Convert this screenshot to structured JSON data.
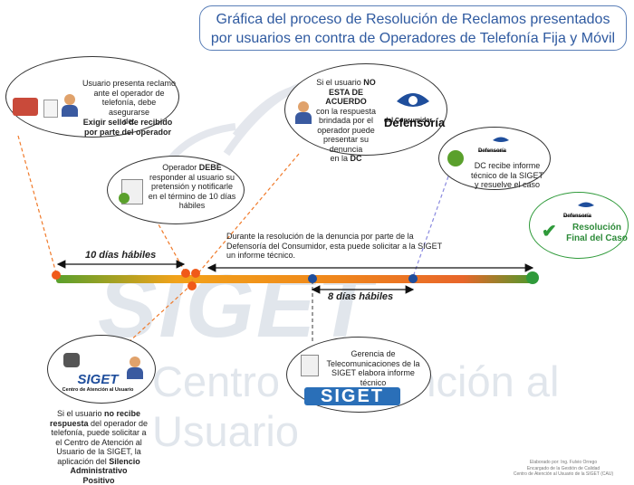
{
  "title": {
    "line1": "Gráfica del proceso de Resolución de Reclamos presentados",
    "line2": "por usuarios en contra de Operadores de Telefonía Fija y Móvil"
  },
  "watermark": {
    "brand": "SIGET",
    "center_text": "Centro de Atención al Usuario"
  },
  "bubble1": {
    "line1": "Usuario presenta reclamo",
    "line2": "ante el operador de",
    "line3": "telefonía, debe asegurarse",
    "line4": "de:",
    "bold1": "Exigir sello de recibido",
    "bold2": "por parte del operador"
  },
  "bubble2": {
    "pre": "Operador ",
    "bold": "DEBE",
    "line2": "responder al usuario su",
    "line3": "pretensión y notificarle",
    "line4": "en el término de 10 días",
    "line5": "hábiles"
  },
  "bubble3": {
    "pre": "Si el usuario ",
    "bold1": "NO",
    "bold2": "ESTA DE ACUERDO",
    "line3": "con la respuesta",
    "line4": "brindada por el",
    "line5": "operador puede",
    "line6": "presentar su denuncia",
    "line7_pre": "en la ",
    "line7_bold": "DC"
  },
  "bubble4": {
    "line1": "DC recibe informe",
    "line2": "técnico de la SIGET",
    "line3": "y resuelve el caso"
  },
  "bubble5": {
    "line1": "Resolución",
    "line2": "Final del Caso"
  },
  "bubble6": {
    "line1": "Gerencia de",
    "line2": "Telecomunicaciones de la",
    "line3": "SIGET elabora informe",
    "line4": "técnico"
  },
  "bottom_left": {
    "pre1": "Si el usuario ",
    "bold1": "no recibe",
    "bold2": "respuesta",
    "line2_rest": " del operador de",
    "line3": "telefonía, puede solicitar a",
    "line4": "el Centro de Atención al",
    "line5": "Usuario de la SIGET,  la",
    "line6_pre": "aplicación del  ",
    "bold3": "Silencio",
    "bold4": "Administrativo",
    "bold5": "Positivo"
  },
  "middle_note": {
    "line1": "Durante la resolución de la denuncia por parte de la",
    "line2": "Defensoría del Consumidor, esta puede solicitar a la SIGET",
    "line3": "un informe técnico."
  },
  "days": {
    "ten": "10 días hábiles",
    "eight": "8 días hábiles"
  },
  "logos": {
    "defensoria_big1": "Defensoría",
    "defensoria_big2": "del Consumidor",
    "defensoria_small1": "Defensoría",
    "defensoria_small2": "del Consumidor",
    "siget_cau_name": "SIGET",
    "siget_cau_sub": "Centro de Atención al Usuario",
    "siget_big": "SIGET"
  },
  "credits": {
    "line1": "Elaborado por: Ing. Fulvio Orrego",
    "line2": "Encargado de la Gestión de Calidad",
    "line3": "Centro de Atención al Usuario de la SIGET (CAU)"
  },
  "colors": {
    "title": "#2f5aa0",
    "orange_dot": "#f05a1a",
    "blue_dot": "#1f4e9c",
    "green_dot": "#2f9a3a",
    "final_text": "#2e8b3a"
  }
}
